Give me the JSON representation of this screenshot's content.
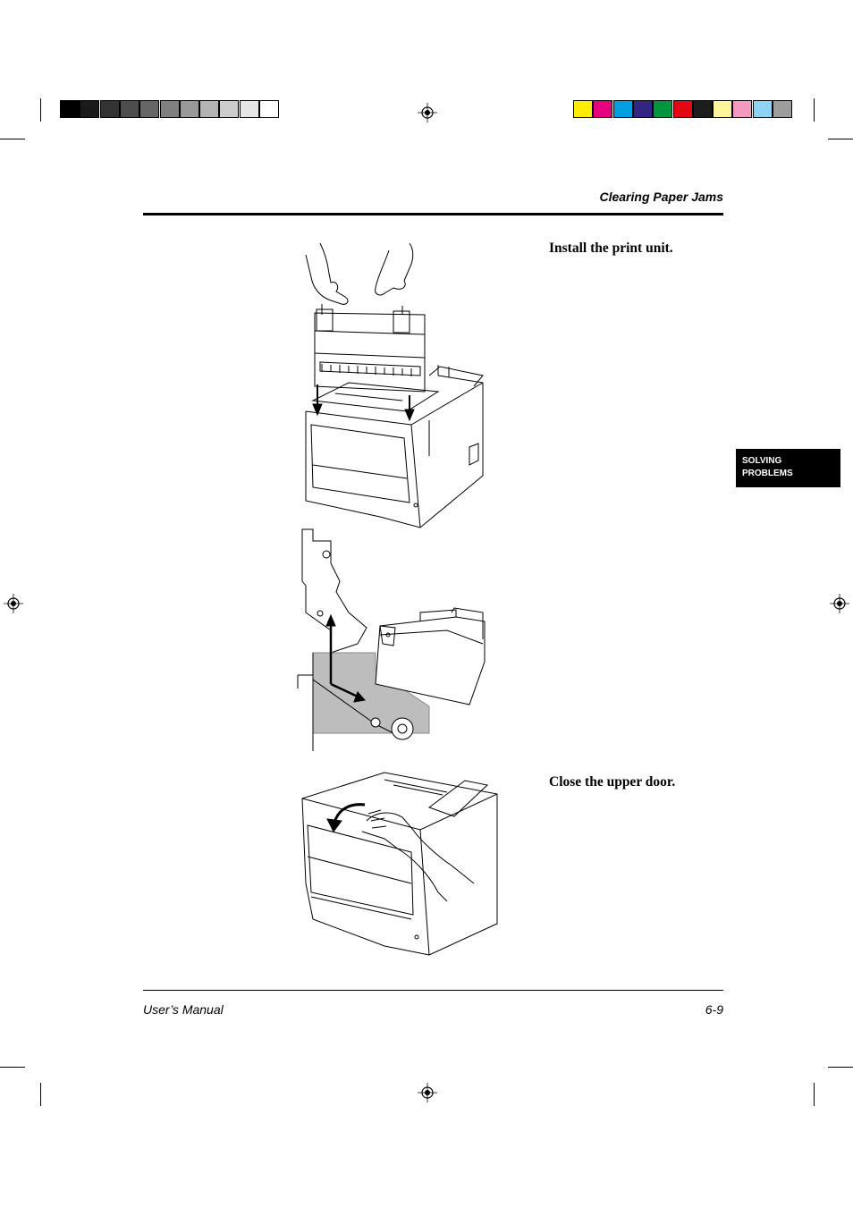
{
  "header": {
    "title": "Clearing Paper Jams"
  },
  "side_tab": {
    "line1": "SOLVING",
    "line2": "PROBLEMS"
  },
  "steps": [
    {
      "text": "Install the print unit."
    },
    {
      "text": "Close the upper door."
    }
  ],
  "figures": [
    {
      "name": "install-print-unit-illustration"
    },
    {
      "name": "paper-path-cross-section"
    },
    {
      "name": "close-upper-door-illustration"
    }
  ],
  "footer": {
    "left": "User’s Manual",
    "right": "6-9"
  },
  "color_bar": {
    "grays": [
      "#000000",
      "#1a1a1a",
      "#333333",
      "#4d4d4d",
      "#666666",
      "#808080",
      "#999999",
      "#b3b3b3",
      "#cccccc",
      "#e6e6e6",
      "#ffffff"
    ],
    "colors": [
      "#ffed00",
      "#e6007e",
      "#009fe3",
      "#312783",
      "#009640",
      "#e30613",
      "#1d1d1b",
      "#fff59d",
      "#f49ac1",
      "#8fd3f4",
      "#9d9d9c"
    ]
  }
}
